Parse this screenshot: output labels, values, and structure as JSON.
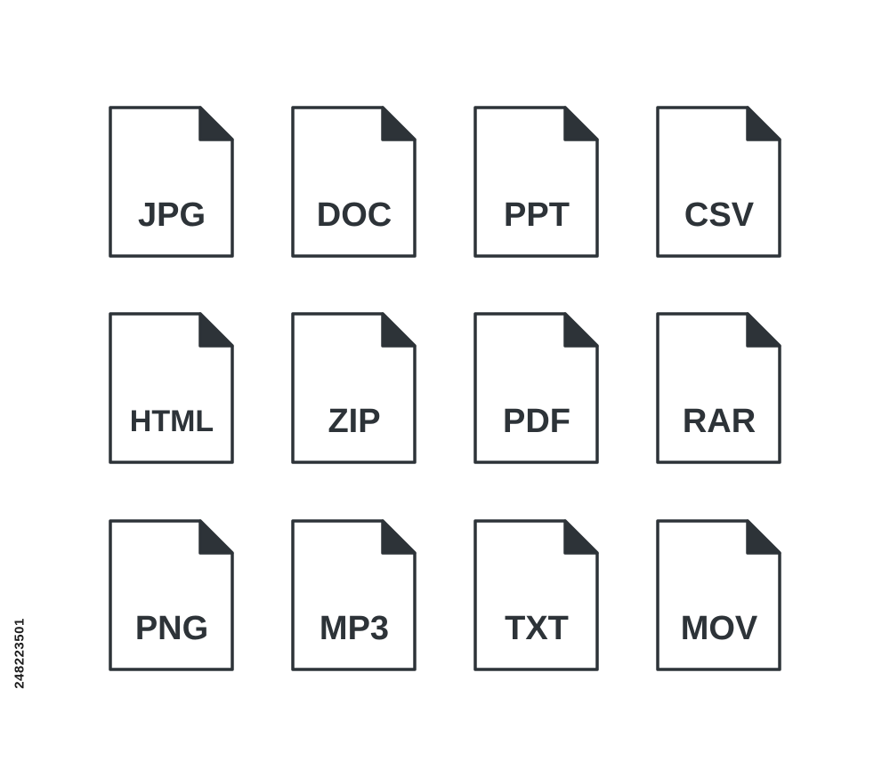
{
  "colors": {
    "icon_stroke": "#2d3338",
    "background": "#ffffff",
    "stock_id_text": "#1c1c1c"
  },
  "icons": [
    {
      "label": "JPG",
      "icon": "file-icon"
    },
    {
      "label": "DOC",
      "icon": "file-icon"
    },
    {
      "label": "PPT",
      "icon": "file-icon"
    },
    {
      "label": "CSV",
      "icon": "file-icon"
    },
    {
      "label": "HTML",
      "icon": "file-icon"
    },
    {
      "label": "ZIP",
      "icon": "file-icon"
    },
    {
      "label": "PDF",
      "icon": "file-icon"
    },
    {
      "label": "RAR",
      "icon": "file-icon"
    },
    {
      "label": "PNG",
      "icon": "file-icon"
    },
    {
      "label": "MP3",
      "icon": "file-icon"
    },
    {
      "label": "TXT",
      "icon": "file-icon"
    },
    {
      "label": "MOV",
      "icon": "file-icon"
    }
  ],
  "stock_id": "248223501"
}
